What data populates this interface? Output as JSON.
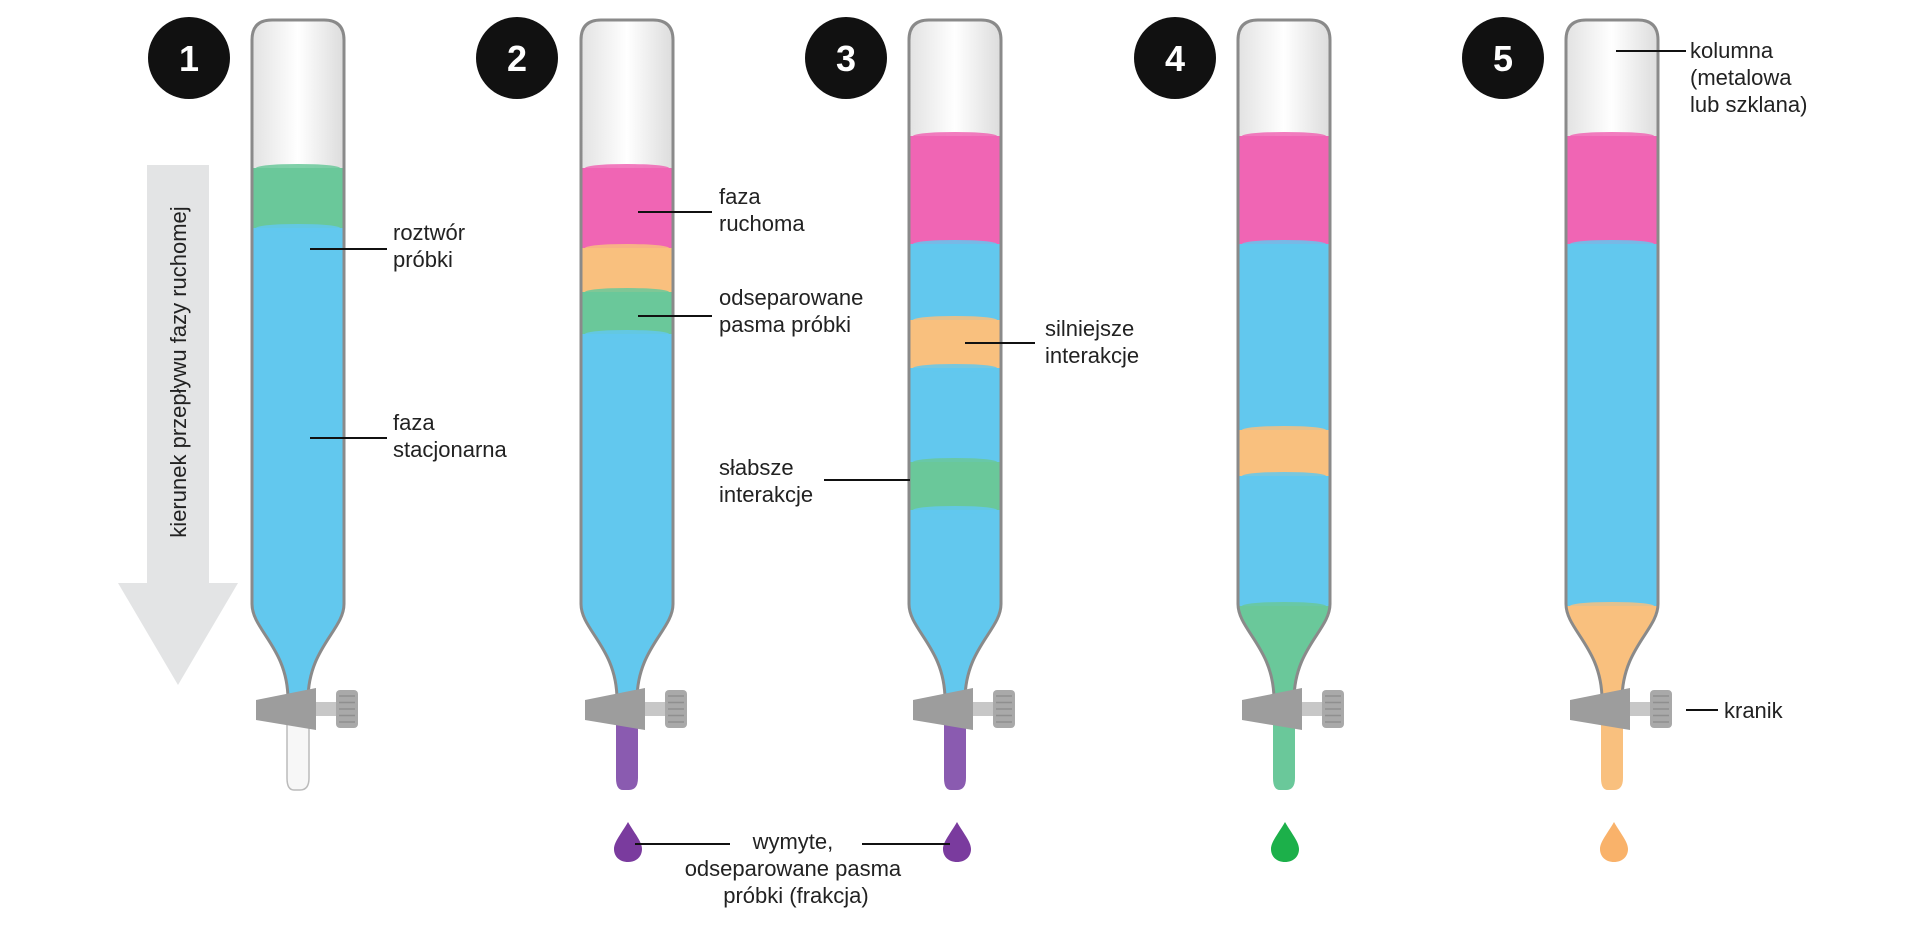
{
  "steps": [
    "1",
    "2",
    "3",
    "4",
    "5"
  ],
  "flow_arrow_label": "kierunek przepływu fazy ruchomej",
  "labels": {
    "sample_solution": [
      "roztwór",
      "próbki"
    ],
    "stationary_phase": [
      "faza",
      "stacjonarna"
    ],
    "mobile_phase": [
      "faza",
      "ruchoma"
    ],
    "separated_bands": [
      "odseparowane",
      "pasma próbki"
    ],
    "stronger_interactions": [
      "silniejsze",
      "interakcje"
    ],
    "weaker_interactions": [
      "słabsze",
      "interakcje"
    ],
    "column": [
      "kolumna",
      "(metalowa",
      "lub szklana)"
    ],
    "stopcock": [
      "kranik"
    ],
    "eluted_fraction": [
      "wymyte,",
      "odseparowane pasma",
      "próbki (frakcja)"
    ]
  },
  "colors": {
    "stationary": "#62c8ee",
    "mobile": "#f065b4",
    "green_band": "#6ac89a",
    "orange_band": "#f9c07e",
    "purple": "#8a5bb0",
    "drop_purple": "#7a3b9e",
    "drop_green": "#1cb04a",
    "drop_orange": "#f9b26a",
    "glass": "#f2f2f2",
    "tube_outline": "#8a8a8a",
    "stopcock": "#9d9d9d",
    "arrow": "#e3e4e5",
    "badge": "#111111"
  }
}
